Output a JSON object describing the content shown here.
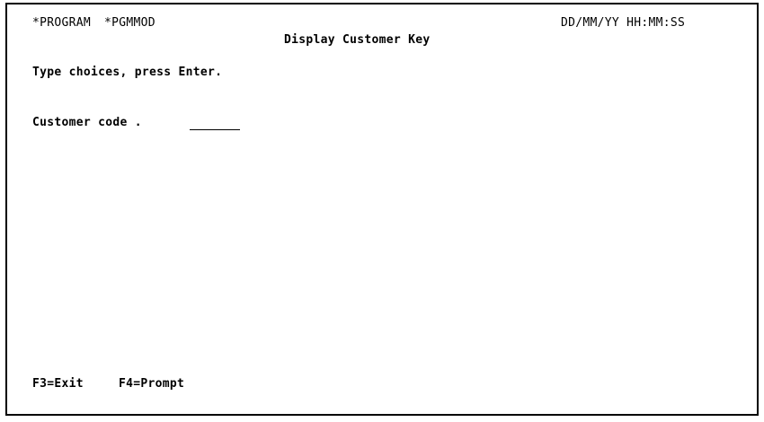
{
  "header": {
    "program": "*PROGRAM",
    "module": "*PGMMOD",
    "title": "Display Customer Key",
    "datetime": "DD/MM/YY HH:MM:SS"
  },
  "instructions": "Type choices, press Enter.",
  "form": {
    "customer_code_label": "Customer code .",
    "customer_code_value": ""
  },
  "function_keys": [
    {
      "label": "F3=Exit"
    },
    {
      "label": "F4=Prompt"
    }
  ]
}
